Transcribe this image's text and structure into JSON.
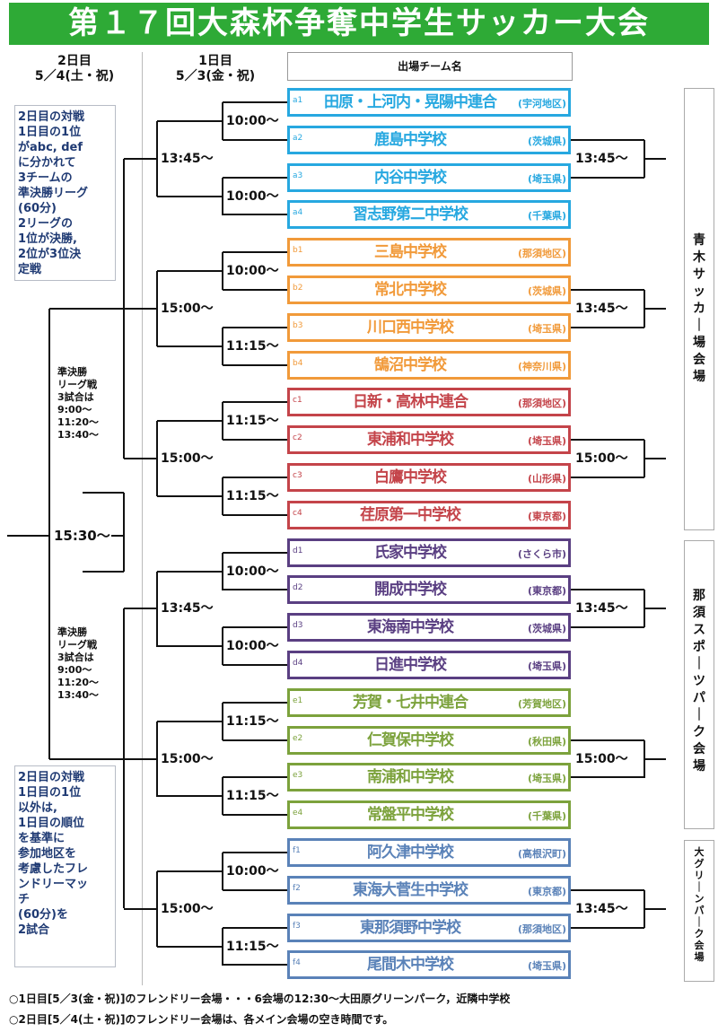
{
  "title": "第１７回大森杯争奪中学生サッカー大会",
  "headers": {
    "day2_label": "2日目",
    "day2_date": "5／4(土・祝)",
    "day1_label": "1日目",
    "day1_date": "5／3(金・祝)",
    "team_column": "出場チーム名"
  },
  "colors": {
    "a": "#27a8e0",
    "b": "#f19a3a",
    "c": "#c4444a",
    "d": "#5a3f82",
    "e": "#7ca23c",
    "f": "#5a82b8"
  },
  "teams": [
    {
      "code": "a1",
      "name": "田原・上河内・晃陽中連合",
      "region": "(宇河地区)",
      "group": "a"
    },
    {
      "code": "a2",
      "name": "鹿島中学校",
      "region": "(茨城県)",
      "group": "a"
    },
    {
      "code": "a3",
      "name": "内谷中学校",
      "region": "(埼玉県)",
      "group": "a"
    },
    {
      "code": "a4",
      "name": "習志野第二中学校",
      "region": "(千葉県)",
      "group": "a"
    },
    {
      "code": "b1",
      "name": "三島中学校",
      "region": "(那須地区)",
      "group": "b"
    },
    {
      "code": "b2",
      "name": "常北中学校",
      "region": "(茨城県)",
      "group": "b"
    },
    {
      "code": "b3",
      "name": "川口西中学校",
      "region": "(埼玉県)",
      "group": "b"
    },
    {
      "code": "b4",
      "name": "鵠沼中学校",
      "region": "(神奈川県)",
      "group": "b"
    },
    {
      "code": "c1",
      "name": "日新・高林中連合",
      "region": "(那須地区)",
      "group": "c"
    },
    {
      "code": "c2",
      "name": "東浦和中学校",
      "region": "(埼玉県)",
      "group": "c"
    },
    {
      "code": "c3",
      "name": "白鷹中学校",
      "region": "(山形県)",
      "group": "c"
    },
    {
      "code": "c4",
      "name": "荏原第一中学校",
      "region": "(東京都)",
      "group": "c"
    },
    {
      "code": "d1",
      "name": "氏家中学校",
      "region": "(さくら市)",
      "group": "d"
    },
    {
      "code": "d2",
      "name": "開成中学校",
      "region": "(東京都)",
      "group": "d"
    },
    {
      "code": "d3",
      "name": "東海南中学校",
      "region": "(茨城県)",
      "group": "d"
    },
    {
      "code": "d4",
      "name": "日進中学校",
      "region": "(埼玉県)",
      "group": "d"
    },
    {
      "code": "e1",
      "name": "芳賀・七井中連合",
      "region": "(芳賀地区)",
      "group": "e"
    },
    {
      "code": "e2",
      "name": "仁賀保中学校",
      "region": "(秋田県)",
      "group": "e"
    },
    {
      "code": "e3",
      "name": "南浦和中学校",
      "region": "(埼玉県)",
      "group": "e"
    },
    {
      "code": "e4",
      "name": "常盤平中学校",
      "region": "(千葉県)",
      "group": "e"
    },
    {
      "code": "f1",
      "name": "阿久津中学校",
      "region": "(高根沢町)",
      "group": "f"
    },
    {
      "code": "f2",
      "name": "東海大菅生中学校",
      "region": "(東京都)",
      "group": "f"
    },
    {
      "code": "f3",
      "name": "東那須野中学校",
      "region": "(那須地区)",
      "group": "f"
    },
    {
      "code": "f4",
      "name": "尾間木中学校",
      "region": "(埼玉県)",
      "group": "f"
    }
  ],
  "round1_times": [
    "10:00～",
    "10:00～",
    "10:00～",
    "11:15～",
    "11:15～",
    "11:15～",
    "10:00～",
    "10:00～",
    "11:15～",
    "11:15～",
    "10:00～",
    "11:15～"
  ],
  "round2_times_left": [
    "13:45～",
    "15:00～",
    "15:00～",
    "13:45～",
    "15:00～",
    "15:00～"
  ],
  "round2_times_right": [
    "13:45～",
    "13:45～",
    "15:00～",
    "13:45～",
    "15:00～",
    "13:45～"
  ],
  "final_time": "15:30～",
  "notes": {
    "top": "2日目の対戦\n1日目の1位\nがabc, def\nに分かれて\n3チームの\n準決勝リーグ\n(60分)\n2リーグの\n1位が決勝,\n2位が3位決\n定戦",
    "bottom": "2日目の対戦\n1日目の1位\n以外は,\n1日目の順位\nを基準に\n参加地区を\n考慮したフレ\nンドリーマッ\nチ\n(60分)を\n2試合",
    "semifinal_top": "準決勝\nリーグ戦\n3試合は\n  9:00～\n 11:20～\n 13:40～",
    "semifinal_bottom": "準決勝\nリーグ戦\n3試合は\n  9:00～\n 11:20～\n 13:40～"
  },
  "venues": {
    "aoki": "青木サッカー場会場",
    "nasu": "那須スポーツパーク会場",
    "green": "大グリーンパーク会場"
  },
  "footer": {
    "line1": "○1日目[5／3(金・祝)]のフレンドリー会場・・・6会場の12:30～大田原グリーンパーク，近隣中学校",
    "line2": "○2日目[5／4(土・祝)]のフレンドリー会場は、各メイン会場の空き時間です。"
  }
}
